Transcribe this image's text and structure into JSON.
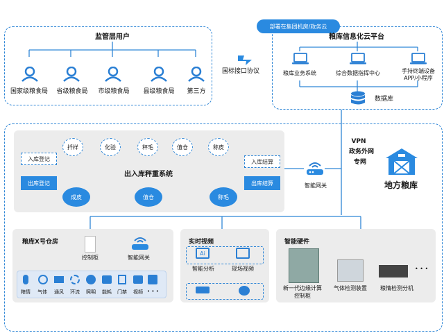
{
  "supervision": {
    "title": "监管层用户",
    "users": [
      "国家级粮食局",
      "省级粮食局",
      "市级粮食局",
      "县级粮食局",
      "第三方"
    ]
  },
  "protocol_label": "国标接口协议",
  "cloud": {
    "deploy_badge": "部署在集团机房/政务云",
    "title": "粮库信息化云平台",
    "systems": [
      "粮库业务系统",
      "综合数据指挥中心",
      "手持终端设备",
      "APP/小程序"
    ],
    "database": "数据库"
  },
  "network": {
    "vpn": "VPN",
    "gov": "政务外网",
    "private": "专网"
  },
  "granary_label": "地方粮库",
  "weighing": {
    "title": "出入库秤重系统",
    "top_steps": [
      "扦样",
      "化验",
      "秤毛",
      "值仓",
      "称皮"
    ],
    "bottom_steps": [
      "成皮",
      "值仓",
      "称毛"
    ],
    "in_register": "入库登记",
    "out_register": "出库登记",
    "in_settle": "入库结算",
    "out_settle": "出库结算"
  },
  "gateway_label": "智能网关",
  "warehouse": {
    "title": "粮库X号仓房",
    "cabinet": "控制柜",
    "gateway": "智能网关",
    "sensors": [
      "粮情",
      "气体",
      "通风",
      "环流",
      "照明",
      "能耗",
      "门禁",
      "视频"
    ],
    "more": "• • •"
  },
  "video": {
    "title": "实时视频",
    "items": [
      "智能分析",
      "现场视频"
    ],
    "ai_text": "Ai"
  },
  "hardware": {
    "title": "智能硬件",
    "items": [
      "新一代边缘计算",
      "控制柜",
      "气体检测装置",
      "粮情检测分机"
    ],
    "more": "• • •"
  }
}
